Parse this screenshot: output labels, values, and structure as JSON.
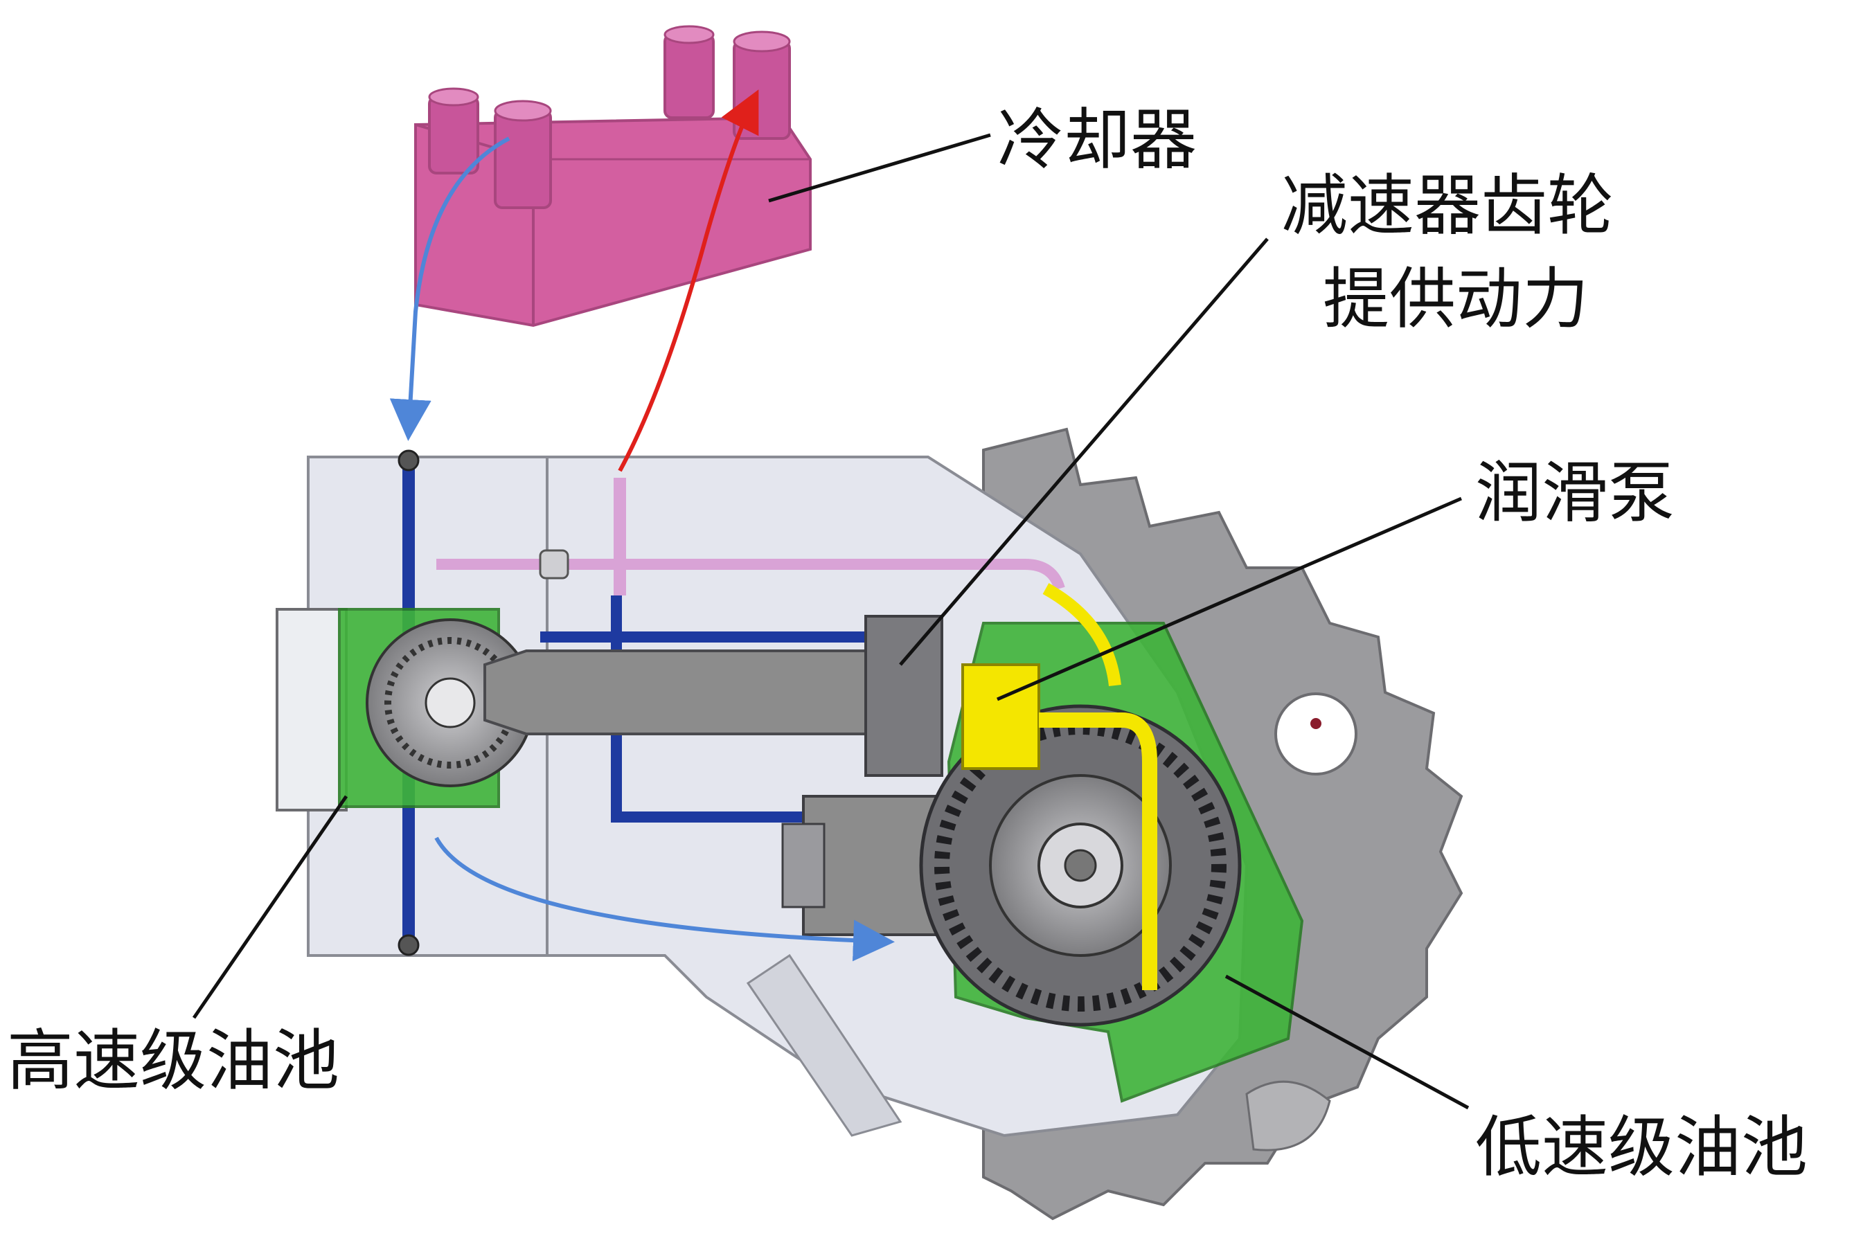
{
  "labels": {
    "cooler": "冷却器",
    "reducer_gear_line1": "减速器齿轮",
    "reducer_gear_line2": "提供动力",
    "lube_pump": "润滑泵",
    "high_speed_sump": "高速级油池",
    "low_speed_sump": "低速级油池"
  },
  "colors": {
    "cooler": "#d35fa0",
    "cooler_dark": "#a8467e",
    "housing": "#e4e6ee",
    "housing_edge": "#8a8c94",
    "gear_gray": "#8c8c8c",
    "sump_green": "#3fb43a",
    "pump_yellow": "#f4e600",
    "oil_pipe_blue": "#1e3aa0",
    "return_pipe_pink": "#d9a3d6",
    "flow_blue": "#4f86d8",
    "flow_red": "#e0201b",
    "text": "#111111"
  }
}
